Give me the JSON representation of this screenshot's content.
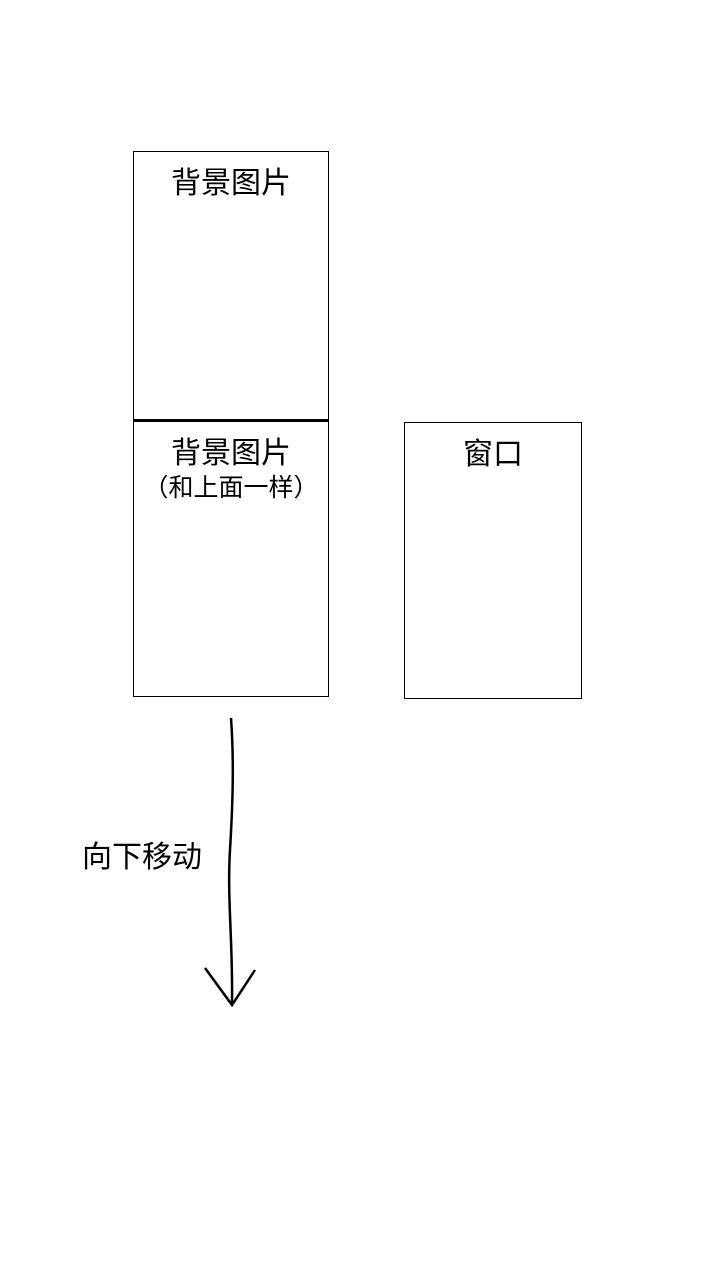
{
  "boxes": {
    "background_top": {
      "title": "背景图片"
    },
    "background_bottom": {
      "title": "背景图片",
      "note": "（和上面一样）"
    },
    "window": {
      "title": "窗口"
    }
  },
  "arrow": {
    "label": "向下移动"
  }
}
